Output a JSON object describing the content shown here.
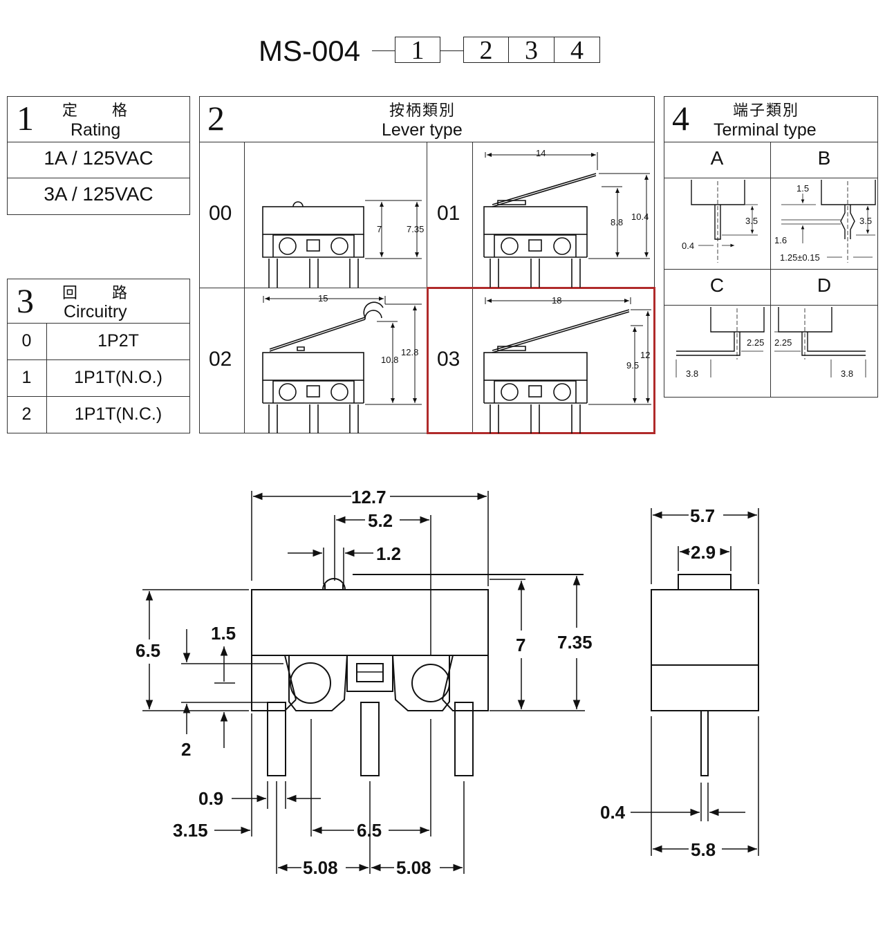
{
  "header": {
    "part_prefix": "MS-004",
    "slots": [
      "1",
      "2",
      "3",
      "4"
    ]
  },
  "rating": {
    "number": "1",
    "cn": "定　　格",
    "en": "Rating",
    "rows": [
      "1A / 125VAC",
      "3A / 125VAC"
    ]
  },
  "circuitry": {
    "number": "3",
    "cn": "回　　路",
    "en": "Circuitry",
    "rows": [
      {
        "code": "0",
        "value": "1P2T"
      },
      {
        "code": "1",
        "value": "1P1T(N.O.)"
      },
      {
        "code": "2",
        "value": "1P1T(N.C.)"
      }
    ]
  },
  "lever": {
    "number": "2",
    "cn": "按柄類別",
    "en": "Lever type",
    "options": [
      {
        "code": "00",
        "dims": [
          "7",
          "7.35"
        ]
      },
      {
        "code": "01",
        "dims": [
          "14",
          "8.8",
          "10.4"
        ]
      },
      {
        "code": "02",
        "dims": [
          "15",
          "10.8",
          "12.8"
        ]
      },
      {
        "code": "03",
        "dims": [
          "18",
          "9.5",
          "12"
        ],
        "selected": true
      }
    ],
    "highlight_color": "#b02a2a"
  },
  "terminal": {
    "number": "4",
    "cn": "端子類別",
    "en": "Terminal type",
    "options": [
      "A",
      "B",
      "C",
      "D"
    ],
    "dims": {
      "A": [
        "3.5",
        "0.4"
      ],
      "B": [
        "1.5",
        "3.5",
        "1.6",
        "1.25±0.15"
      ],
      "C": [
        "2.25",
        "3.8"
      ],
      "D": [
        "2.25",
        "3.8"
      ]
    }
  },
  "drawing": {
    "front": {
      "overall_width": "12.7",
      "lever_offset": "5.2",
      "roller": "1.2",
      "body_height": "6.5",
      "hole_offset": "1.5",
      "standoff": "2",
      "height_body": "7",
      "height_total": "7.35",
      "pin_width": "0.9",
      "pin_offset": "3.15",
      "pin_span": "6.5",
      "pitch_1": "5.08",
      "pitch_2": "5.08"
    },
    "side": {
      "width_top": "5.7",
      "plunger": "2.9",
      "pin_thickness": "0.4",
      "width_bottom": "5.8"
    }
  }
}
